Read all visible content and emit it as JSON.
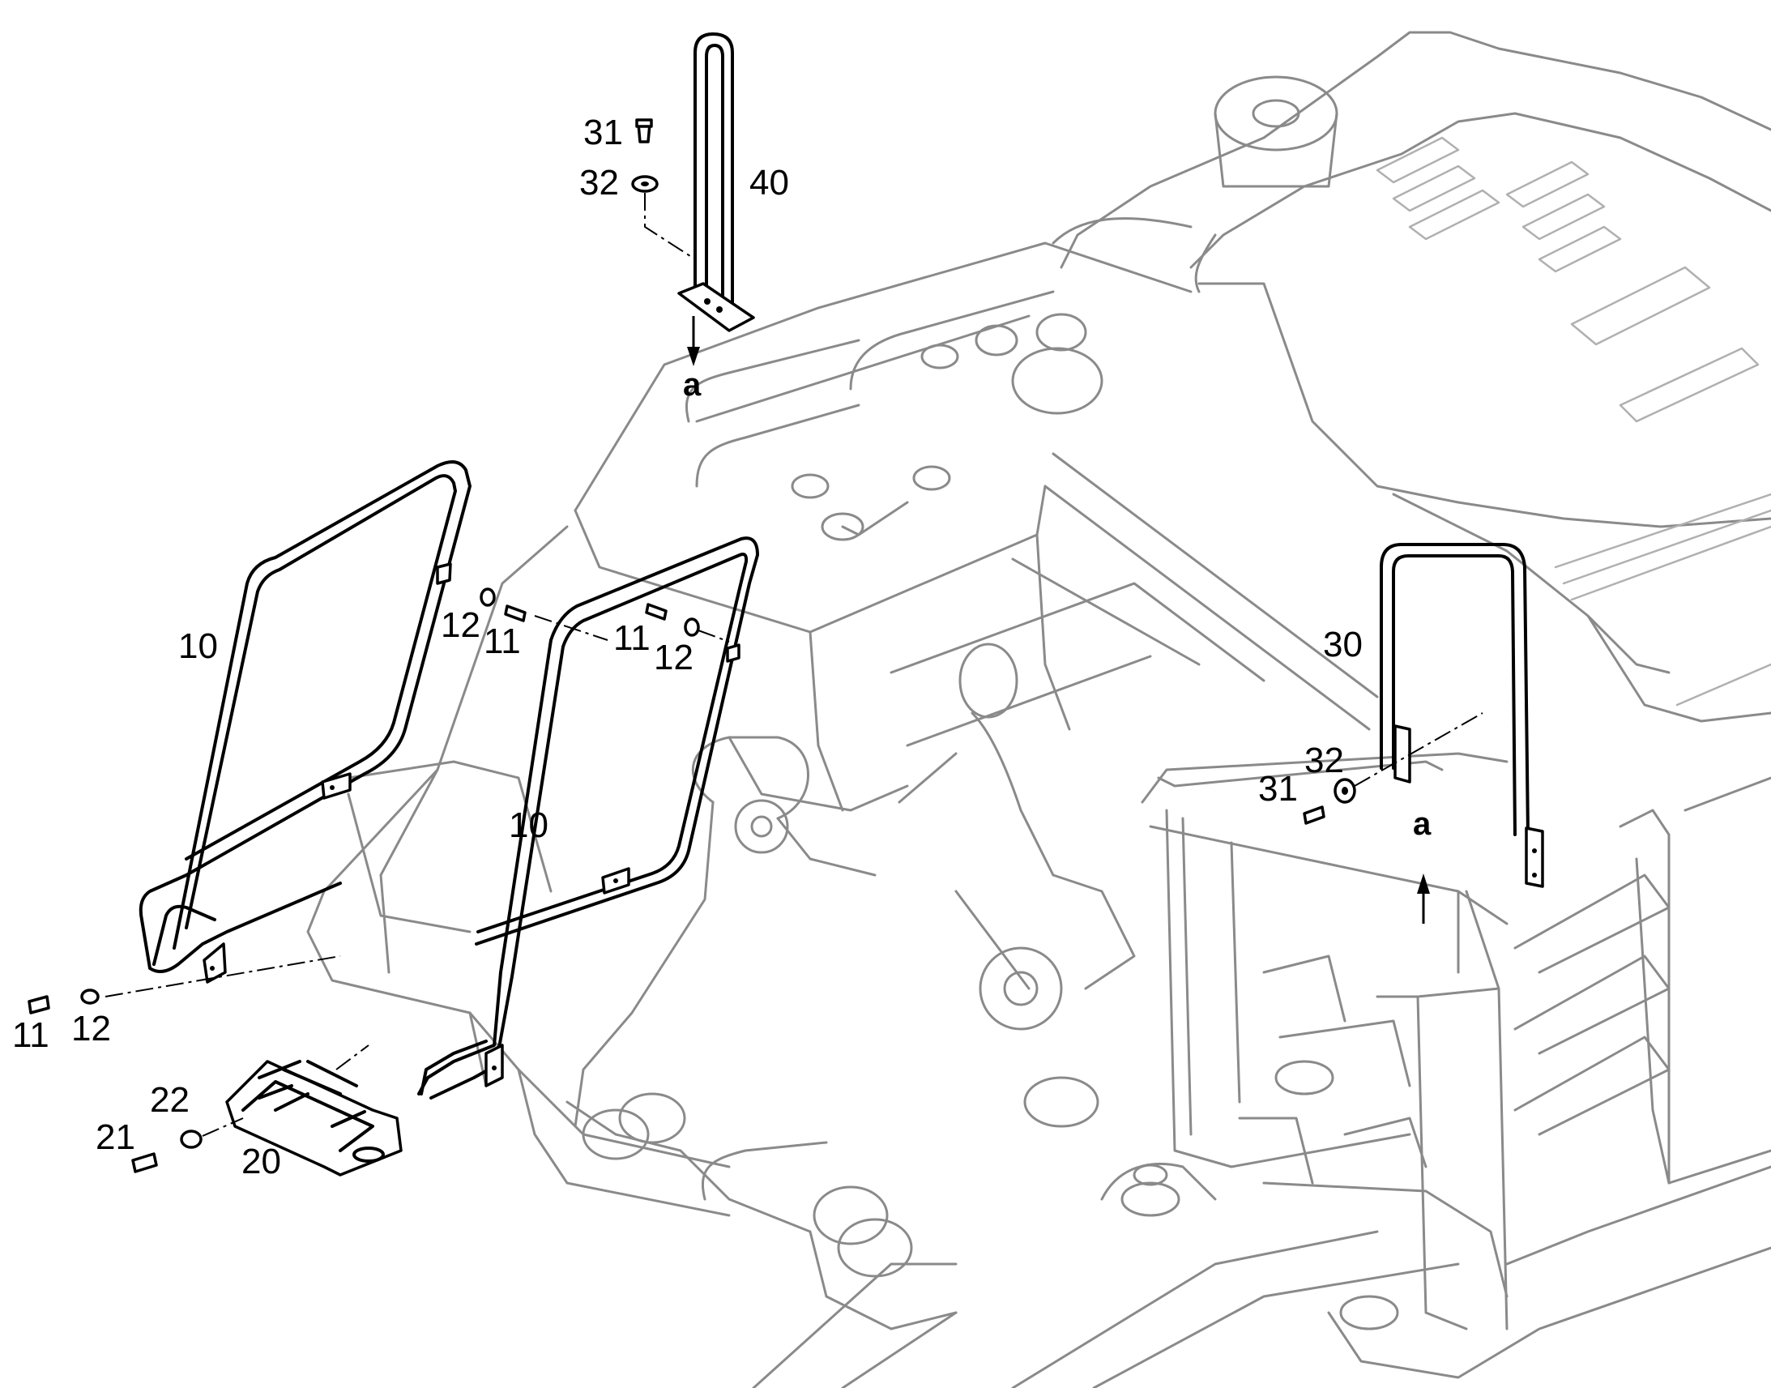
{
  "diagram": {
    "callouts": {
      "c31_top": "31",
      "c32_top": "32",
      "c40": "40",
      "a_top": "a",
      "c10_left": "10",
      "c12_upper": "12",
      "c11_upper": "11",
      "c11_mid": "11",
      "c12_mid": "12",
      "c10_mid": "10",
      "c30": "30",
      "c32_right": "32",
      "c31_right": "31",
      "a_right": "a",
      "c11_low": "11",
      "c12_low": "12",
      "c22": "22",
      "c21": "21",
      "c20": "20"
    }
  }
}
